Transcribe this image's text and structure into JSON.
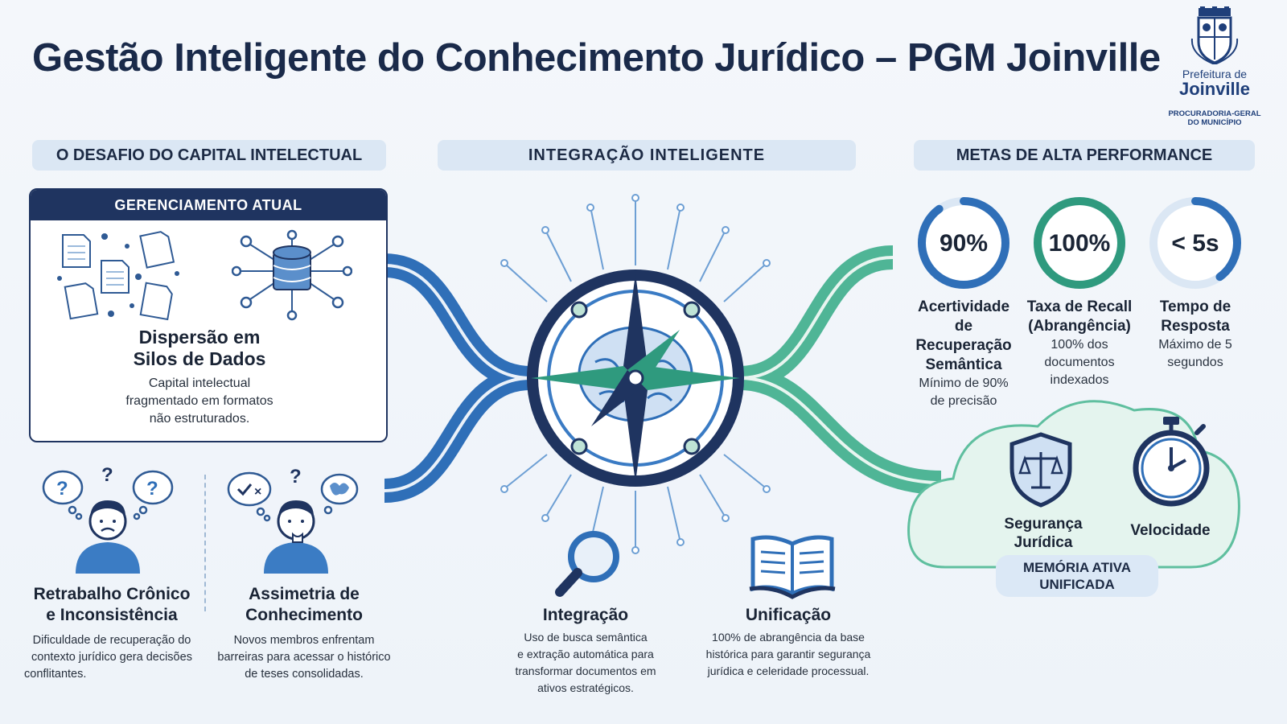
{
  "title": "Gestão Inteligente do Conhecimento Jurídico – PGM Joinville",
  "logo": {
    "line1": "Prefeitura de",
    "line2": "Joinville",
    "line3": "PROCURADORIA-GERAL",
    "line4": "DO MUNICÍPIO"
  },
  "sections": {
    "left": "O DESAFIO DO CAPITAL INTELECTUAL",
    "center": "INTEGRAÇÃO INTELIGENTE",
    "right": "METAS DE ALTA PERFORMANCE"
  },
  "panel": {
    "header": "GERENCIAMENTO ATUAL",
    "title_line1": "Dispersão em",
    "title_line2": "Silos de Dados",
    "desc_line1": "Capital intelectual",
    "desc_line2": "fragmentado em formatos",
    "desc_line3": "não estruturados."
  },
  "problems": [
    {
      "title_line1": "Retrabalho Crônico",
      "title_line2": "e Inconsistência",
      "desc_line1": "Dificuldade de recuperação do",
      "desc_line2": "contexto jurídico gera decisões",
      "desc_line3": "conflitantes."
    },
    {
      "title_line1": "Assimetria de",
      "title_line2": "Conhecimento",
      "desc_line1": "Novos membros enfrentam",
      "desc_line2": "barreiras para acessar o histórico",
      "desc_line3": "de teses consolidadas."
    }
  ],
  "center_items": [
    {
      "title": "Integração",
      "desc_line1": "Uso de busca semântica",
      "desc_line2": "e extração automática para",
      "desc_line3": "transformar documentos em",
      "desc_line4": "ativos estratégicos."
    },
    {
      "title": "Unificação",
      "desc_line1": "100% de abrangência da base",
      "desc_line2": "histórica para garantir segurança",
      "desc_line3": "jurídica e celeridade processual."
    }
  ],
  "metrics": [
    {
      "value": "90%",
      "fill": 0.9,
      "color": "#2f6fb8",
      "label_line1": "Acertividade de",
      "label_line2": "Recuperação",
      "label_line3": "Semântica",
      "sub_line1": "Mínimo de 90%",
      "sub_line2": "de precisão"
    },
    {
      "value": "100%",
      "fill": 1.0,
      "color": "#2f9a7e",
      "label_line1": "Taxa de Recall",
      "label_line2": "(Abrangência)",
      "label_line3": "",
      "sub_line1": "100% dos",
      "sub_line2": "documentos",
      "sub_line3": "indexados"
    },
    {
      "value": "< 5s",
      "fill": 0.4,
      "color": "#2f6fb8",
      "label_line1": "Tempo de",
      "label_line2": "Resposta",
      "label_line3": "",
      "sub_line1": "Máximo de 5",
      "sub_line2": "segundos"
    }
  ],
  "cloud": {
    "item1_line1": "Segurança",
    "item1_line2": "Jurídica",
    "item2": "Velocidade",
    "badge_line1": "MEMÓRIA ATIVA",
    "badge_line2": "UNIFICADA"
  },
  "colors": {
    "navy": "#1f3460",
    "blue": "#2f6fb8",
    "teal": "#2f9a7e",
    "light": "#dbe7f4"
  }
}
